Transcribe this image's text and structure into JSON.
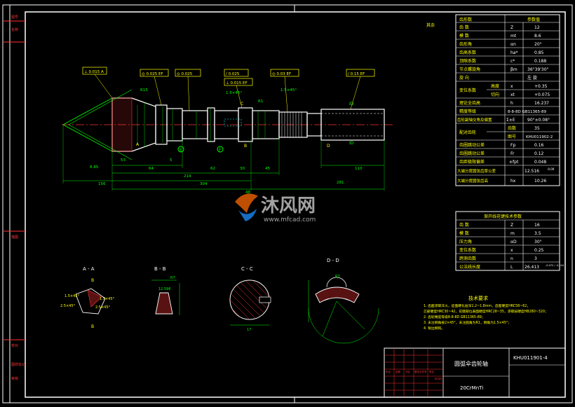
{
  "drawing": {
    "frame_left_labels": [
      "图号",
      "名称",
      "描图",
      "校对",
      "图样标记",
      "审核"
    ],
    "tech_notes_title": "技术要求",
    "tech_notes": [
      "1. 齿面渗碳淬火，齿面硬化层深1.2~1.8mm，齿面硬度HRC58~62，",
      "   芯部硬度HRC30~42，花键部位表面硬度HRC28~35，渗碳层硬度HB280~320；",
      "2. 齿轮精度等级8-8-8D GB11365-89；",
      "3. 未注倒角按2×45°，未注圆角为R1，倒角为1.5×45°；",
      "4. 锐边倒钝。"
    ],
    "section_labels": [
      "A - A",
      "B - B",
      "C - C",
      "D - D"
    ],
    "watermark_main": "沐风网",
    "watermark_url": "www.mfcad.com",
    "note_label": "其余"
  },
  "gear_table": {
    "header": [
      "齿形数",
      "参数值"
    ],
    "rows": [
      [
        "齿    数",
        "Z",
        "12"
      ],
      [
        "模    数",
        "mt",
        "8.6"
      ],
      [
        "齿形角",
        "αn",
        "20°"
      ],
      [
        "齿高系数",
        "ha*",
        "0.85"
      ],
      [
        "顶隙系数",
        "c*",
        "0.188"
      ],
      [
        "节点螺旋角",
        "βm",
        "36°39'30\""
      ],
      [
        "旋    向",
        "",
        "左    旋"
      ],
      [
        "变位系数",
        "高度",
        "x",
        "+0.35"
      ],
      [
        "",
        "切向",
        "xt",
        "+0.075"
      ],
      [
        "理论全齿高",
        "h",
        "16.237"
      ],
      [
        "精度等级",
        "",
        "8-8-8D GB11365-89"
      ],
      [
        "齿轮副轴交角及偏置",
        "Σ±E",
        "90°±0.08°"
      ],
      [
        "配对齿轮",
        "齿数",
        "35"
      ],
      [
        "",
        "图号",
        "KHU011902-2"
      ],
      [
        "齿圈跳动公差",
        "Fp",
        "0.16"
      ],
      [
        "齿圈跳动公差",
        "Fr",
        "0.12"
      ],
      [
        "齿距极限偏差",
        "±fpt",
        "0.048"
      ],
      [
        "大端分度圆弦齿厚公差",
        "12.516",
        "-0.09"
      ],
      [
        "大端分度圆弦齿高",
        "hx",
        "10.26"
      ]
    ]
  },
  "spline_table": {
    "title": "渐开线花键技术参数",
    "rows": [
      [
        "齿    数",
        "Z",
        "16"
      ],
      [
        "模    数",
        "m",
        "3.5"
      ],
      [
        "压力角",
        "αD",
        "30°"
      ],
      [
        "变位系数",
        "x",
        "0.25"
      ],
      [
        "跨测齿数",
        "n",
        "3"
      ],
      [
        "公法线长度",
        "L",
        "26.413"
      ]
    ],
    "tolerance": "-0.072 / -0.104"
  },
  "title_block": {
    "drawing_no": "KHU011901-4",
    "part_name": "圆弧伞齿轮轴",
    "material": "20CrMnTi",
    "small_text": [
      "标记",
      "处数",
      "分区",
      "更改文件号",
      "签名",
      "年月日"
    ]
  },
  "dimensions": [
    "156",
    "214",
    "304",
    "48",
    "281",
    "110",
    "64",
    "62",
    "30",
    "45",
    "53",
    "5",
    "8.85",
    "R15",
    "R1",
    "1.5×45°",
    "ID",
    "70",
    "17",
    "12.596",
    "R7"
  ],
  "tolerance_frames": [
    "⊥ 0.015 A",
    "◎ 0.025 EF",
    "◎ 0.025",
    "/ 0.025",
    "⊥ 0.015 EF",
    "◎ 0.03 EF",
    "/ 0.15 EF"
  ],
  "colors": {
    "yellow": "#ffff00",
    "white": "#ffffff",
    "green": "#00ff00",
    "red": "#ff3333",
    "cyan": "#00ffff"
  }
}
